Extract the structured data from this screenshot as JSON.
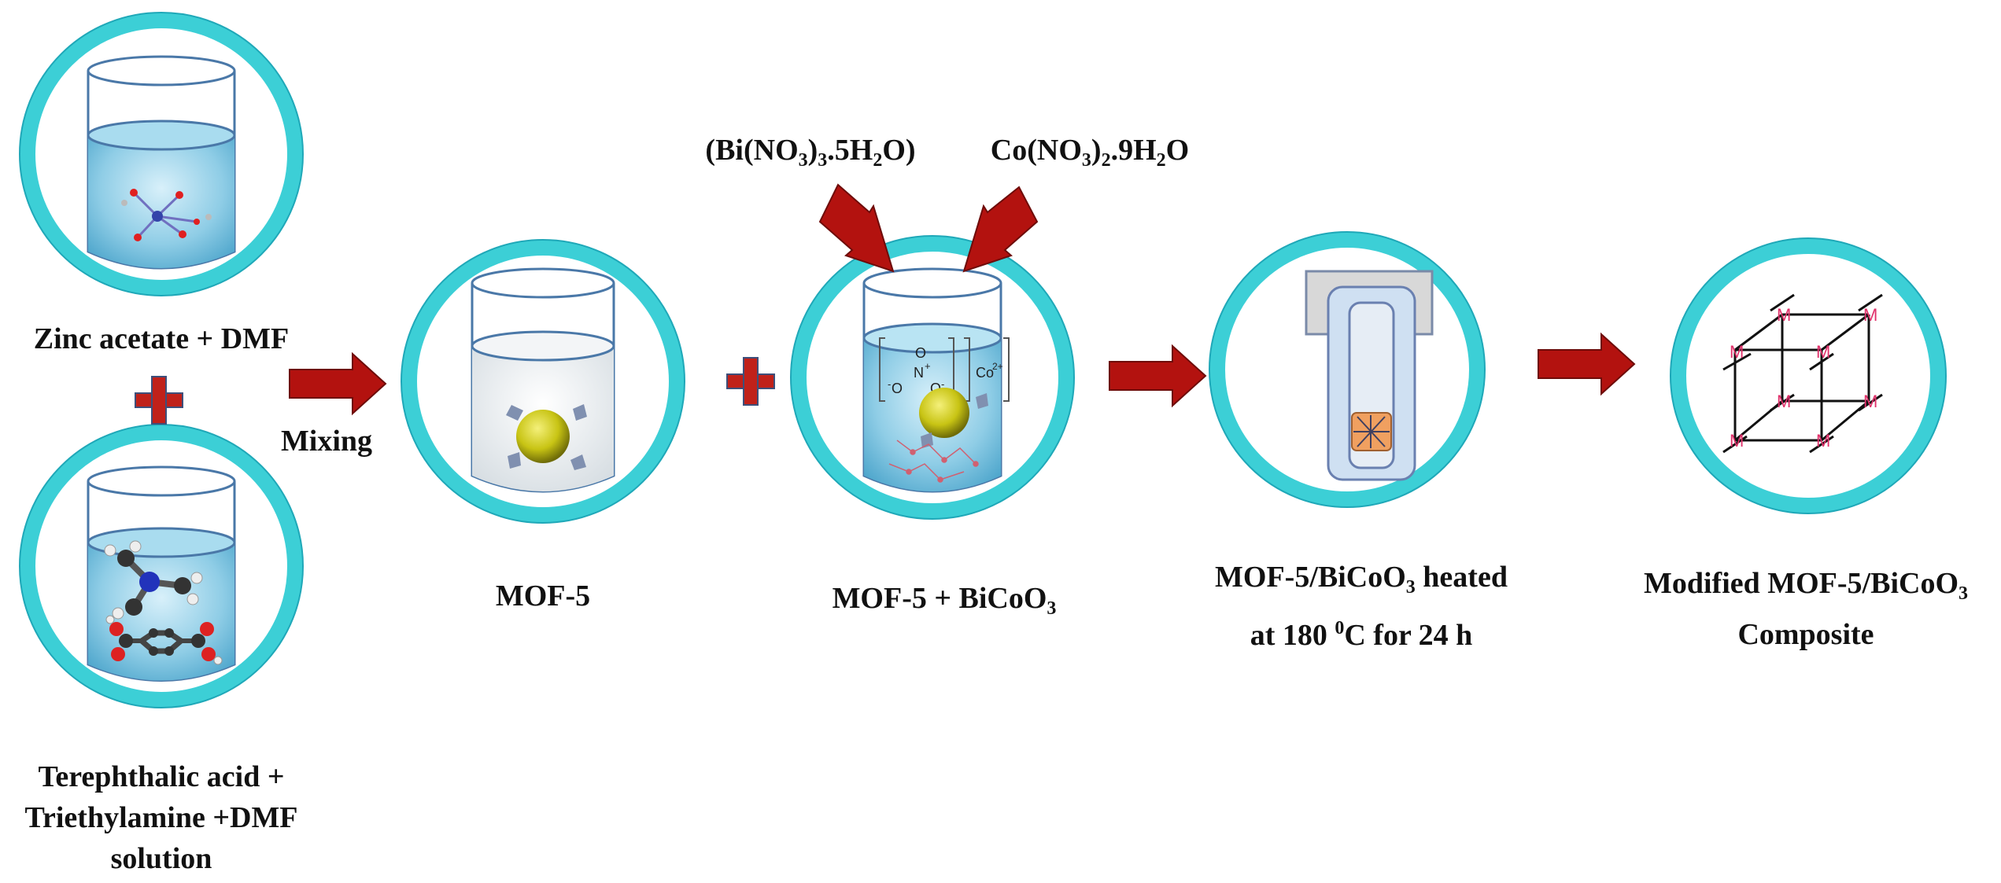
{
  "labels": {
    "zinc": "Zinc acetate + DMF",
    "mixing": "Mixing",
    "mof5": "MOF-5",
    "tere_line1": "Terephthalic acid +",
    "tere_line2": "Triethylamine +DMF",
    "tere_line3": "solution",
    "bi_pre": "(Bi(NO",
    "bi_sub1": "3",
    "bi_mid1": ")",
    "bi_sub2": "3",
    "bi_mid2": ".5H",
    "bi_sub3": "2",
    "bi_post": "O)",
    "co_pre": "Co(NO",
    "co_sub1": "3",
    "co_mid1": ")",
    "co_sub2": "2",
    "co_mid2": ".9H",
    "co_sub3": "2",
    "co_post": "O",
    "mofbi_pre": "MOF-5 + BiCoO",
    "mofbi_sub": "3",
    "heat1_pre": "MOF-5/BiCoO",
    "heat1_sub": "3",
    "heat1_post": " heated",
    "heat2_pre": "at 180 ",
    "heat2_sup": "0",
    "heat2_post": "C for 24 h",
    "mod1_pre": "Modified MOF-5/BiCoO",
    "mod1_sub": "3",
    "mod2": "Composite",
    "composite_node": "M",
    "ion_oxygen": "O",
    "ion_nitrogen": "N",
    "ion_cobalt": "Co",
    "ion_charge_pos": "+",
    "ion_charge_neg": "-",
    "ion_co_charge": "2+"
  },
  "colors": {
    "ring": "#3ccfd6",
    "ring_edge": "#1fa8b8",
    "arrow": "#b3120f",
    "arrow_edge": "#6e0c0a",
    "plus": "#c0211a",
    "plus_edge": "#3e4f7a",
    "water": "#7fc6e2",
    "mof_white": "#e8ecef",
    "sphere": "#c8c414",
    "sample": "#f0a060",
    "metal_node": "#e0306a"
  }
}
